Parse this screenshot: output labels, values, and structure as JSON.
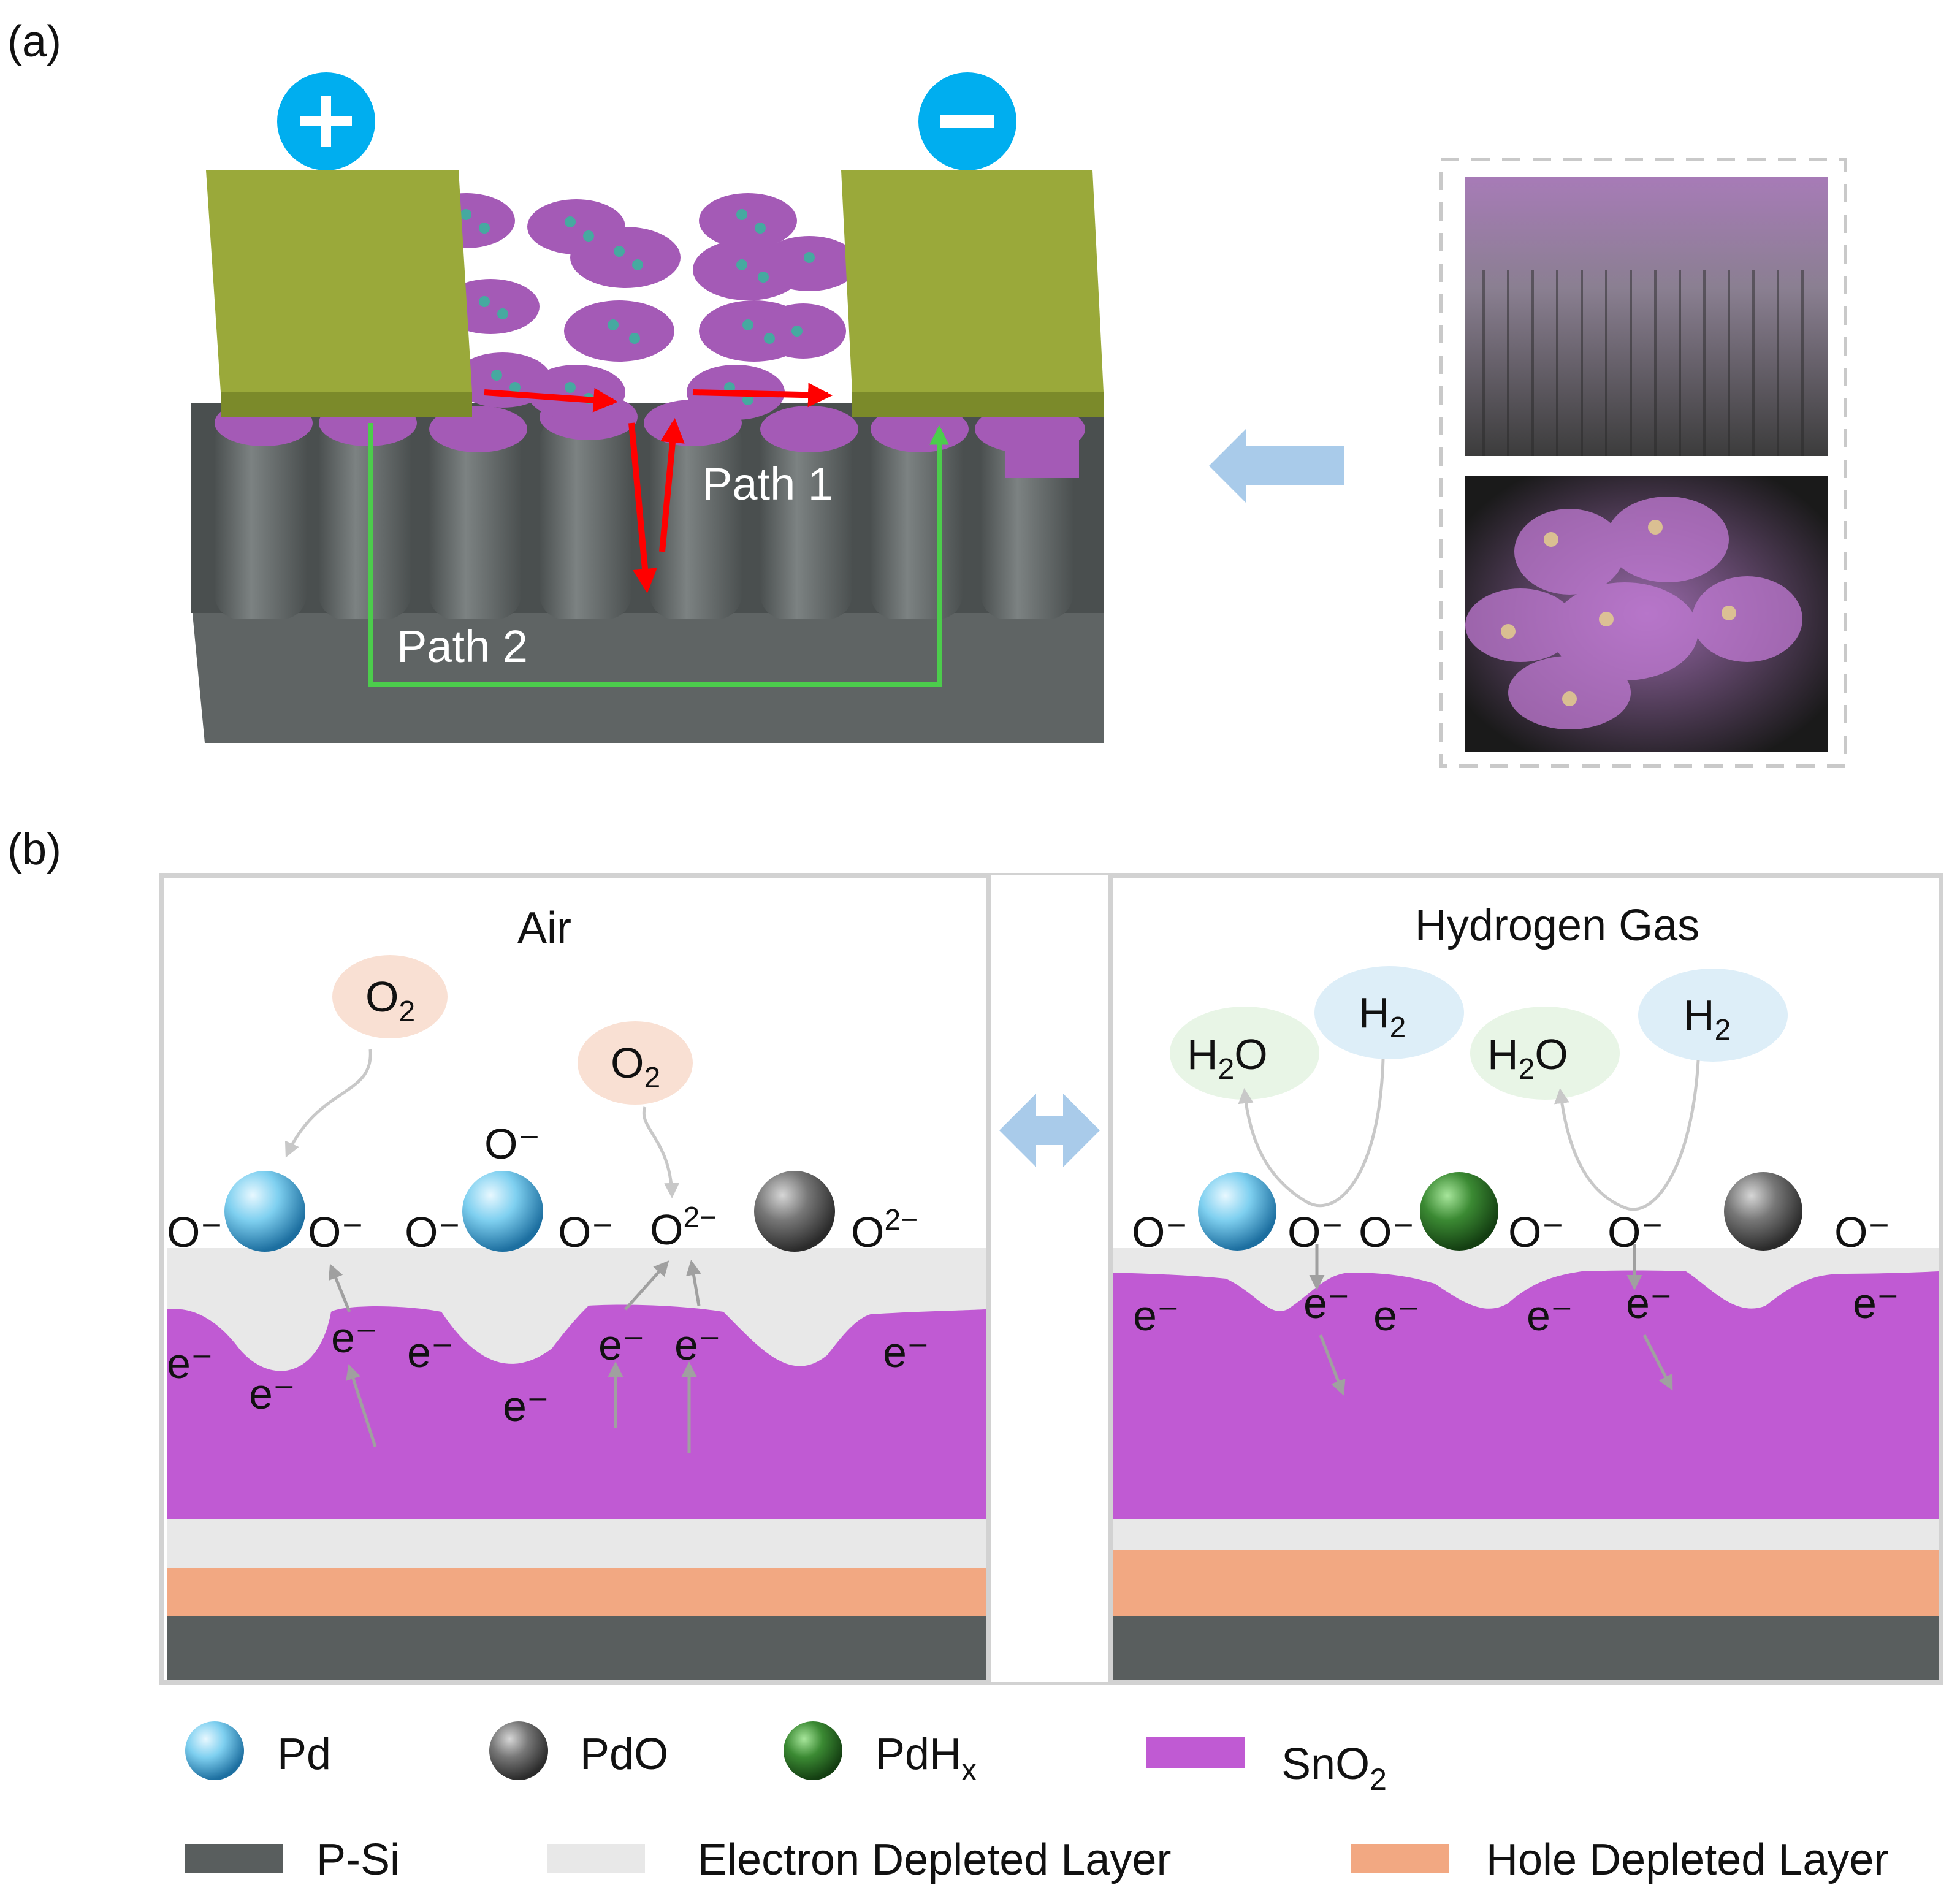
{
  "panel_a": {
    "label": "(a)",
    "path1": "Path 1",
    "path2": "Path 2"
  },
  "panel_b": {
    "label": "(b)",
    "left_title": "Air",
    "right_title": "Hydrogen Gas"
  },
  "species": {
    "o_minus": "O⁻",
    "o2_base": "O",
    "o2_sub": "2",
    "o2minus_base": "O",
    "o2minus_sup": "2−",
    "h2_base": "H",
    "h2_sub": "2",
    "h2o_h": "H",
    "h2o_sub": "2",
    "h2o_o": "O",
    "electron": "e⁻"
  },
  "legend": {
    "pd": "Pd",
    "pdo": "PdO",
    "pdhx_base": "PdH",
    "pdhx_sub": "x",
    "sno2_base": "SnO",
    "sno2_sub": "2",
    "psi": "P-Si",
    "edl": "Electron Depleted Layer",
    "hdl": "Hole Depleted Layer"
  },
  "colors": {
    "sno2": "#c05ad3",
    "electron_depleted": "#e8e8e8",
    "hole_depleted": "#f2a882",
    "psi": "#595e5e",
    "electrode": "#9aa93a",
    "pd": "#6fc6ea",
    "pdo": "#6a6a6a",
    "pdhx": "#2f7a2a",
    "o2_bubble": "#f9e0d3",
    "h2_bubble": "#ddeef8",
    "h2o_bubble": "#e8f5e6",
    "path1": "#ff0000",
    "path2": "#4ccc4c",
    "terminal": "#00aeef"
  }
}
